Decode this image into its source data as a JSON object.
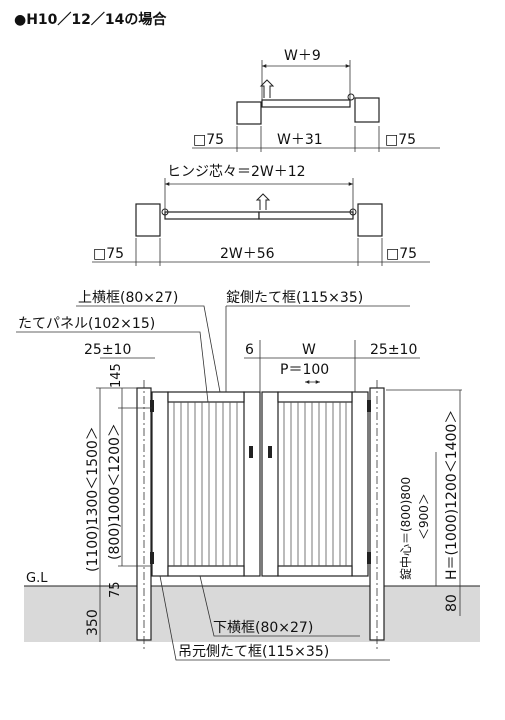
{
  "header": {
    "title": "●H10／12／14の場合"
  },
  "plan_single": {
    "w_plus_9": "W＋9",
    "post_left": "□75",
    "w_plus_31": "W＋31",
    "post_right": "□75"
  },
  "plan_double": {
    "hinge_pitch": "ヒンジ芯々＝2W＋12",
    "post_left": "□75",
    "two_w_plus_56": "2W＋56",
    "post_right": "□75"
  },
  "elevation": {
    "top_rail": "上横框(80×27)",
    "lock_stile": "錠側たて框(115×35)",
    "panel": "たてパネル(102×15)",
    "gap_left": "25±10",
    "six": "6",
    "w": "W",
    "gap_right": "25±10",
    "p100": "P＝100",
    "dim_145": "145",
    "h_total": "(1100)1300＜1500＞",
    "h_gate": "(800)1000＜1200＞",
    "dim_75": "75",
    "gl": "G.L",
    "dim_350": "350",
    "lock_center": "錠中心＝(800)800",
    "lock_center_alt": "＜900＞",
    "h_post": "H＝(1000)1200＜1400＞",
    "dim_80": "80",
    "bottom_rail": "下横框(80×27)",
    "hinge_stile": "吊元側たて框(115×35)"
  }
}
